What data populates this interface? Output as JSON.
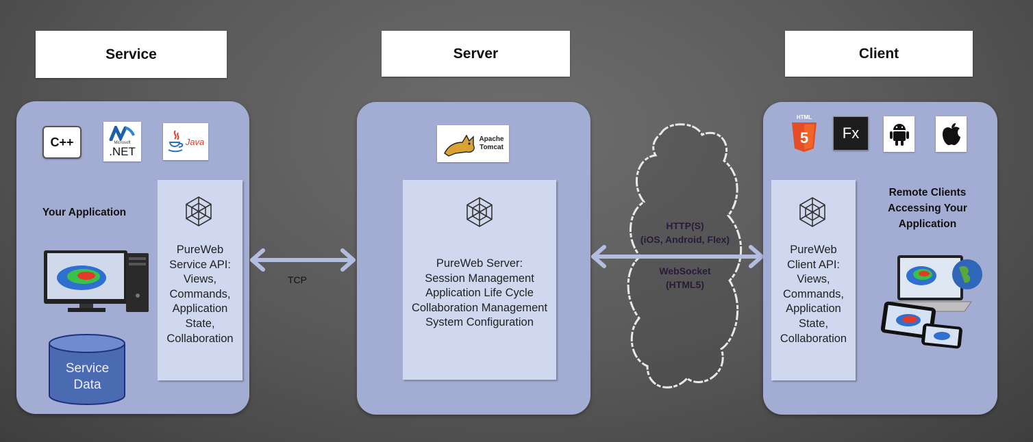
{
  "headers": {
    "service": "Service",
    "server": "Server",
    "client": "Client"
  },
  "service": {
    "logos": {
      "cpp": "C++",
      "net_small": "Microsoft",
      "net": ".NET",
      "java": "Java"
    },
    "your_application": "Your Application",
    "api_text": "PureWeb\nService API:\nViews,\nCommands,\nApplication\nState,\nCollaboration",
    "data_label": "Service\nData"
  },
  "server": {
    "logo_text": "Apache\nTomcat",
    "api_text": "PureWeb Server:\nSession Management\nApplication Life Cycle\nCollaboration Management\nSystem Configuration"
  },
  "connections": {
    "tcp": "TCP",
    "http": "HTTP(S)\n(iOS, Android, Flex)",
    "websocket": "WebSocket\n(HTML5)"
  },
  "client": {
    "logos": {
      "html5_top": "HTML",
      "html5_num": "5",
      "fx": "Fx"
    },
    "remote_label": "Remote Clients\nAccessing Your\nApplication",
    "api_text": "PureWeb\nClient API:\nViews,\nCommands,\nApplication\nState,\nCollaboration"
  },
  "colors": {
    "panel": "#a3acd2",
    "inner_box": "#cfd8ee",
    "arrow": "#b3bde0",
    "html5": "#e44d26"
  },
  "icons": [
    "cpp-logo",
    "dotnet-logo",
    "java-logo",
    "tomcat-logo",
    "pureweb-icon",
    "html5-logo",
    "fx-logo",
    "android-icon",
    "apple-icon",
    "cloud-icon"
  ]
}
